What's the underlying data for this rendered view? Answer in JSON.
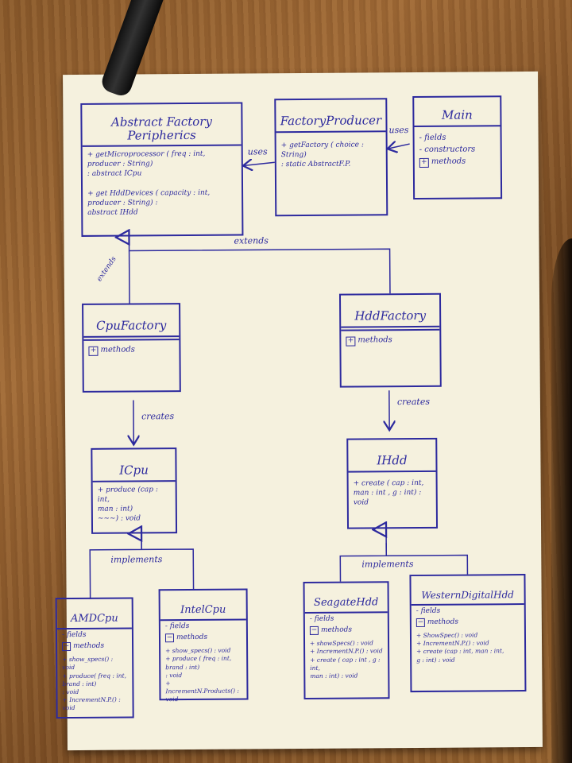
{
  "diagram": {
    "classes": {
      "abstract_factory": {
        "name": "Abstract Factory Peripherics",
        "body": "+ getMicroprocessor ( freq : int,\n                         producer : String)\n                    : abstract ICpu\n\n+ get HddDevices ( capacity : int,\n      producer : String) :\n         abstract IHdd"
      },
      "factory_producer": {
        "name": "FactoryProducer",
        "body": "+ getFactory ( choice : String)\n      : static AbstractF.P."
      },
      "main": {
        "name": "Main",
        "fields": "- fields",
        "constructors": "- constructors",
        "methods": "methods"
      },
      "cpu_factory": {
        "name": "CpuFactory",
        "methods": "methods"
      },
      "hdd_factory": {
        "name": "HddFactory",
        "methods": "methods"
      },
      "icpu": {
        "name": "ICpu",
        "body": "+ produce (cap : int,\n              man : int)\n              ~~~) : void"
      },
      "ihdd": {
        "name": "IHdd",
        "body": "+ create ( cap : int,\n     man : int , g : int) : void"
      },
      "amd_cpu": {
        "name": "AMDCpu",
        "fields": "- fields",
        "methods": "methods",
        "body": "+ show_specs() : void\n+ produce( freq : int,\n            brand : int)\n              : void\n+ IncrementN.P.() : void"
      },
      "intel_cpu": {
        "name": "IntelCpu",
        "fields": "- fields",
        "methods": "methods",
        "body": "+ show_specs() : void\n+ produce ( freq : int,\n              brand : int)\n            : void\n+ IncrementN.Products() :\n                   void"
      },
      "seagate_hdd": {
        "name": "SeagateHdd",
        "fields": "- fields",
        "methods": "methods",
        "body": "+ showSpecs() : void\n+ IncrementN.P.() : void\n+ create ( cap : int , g : int,\n             man : int) : void"
      },
      "western_digital_hdd": {
        "name": "WesternDigitalHdd",
        "fields": "- fields",
        "methods": "methods",
        "body": "+ ShowSpec() : void\n+ IncrementN.P.() : void\n+ create (cap : int, man : int,\n            g : int) : void"
      }
    },
    "relations": {
      "uses_1": "uses",
      "uses_2": "uses",
      "extends": "extends",
      "extends_side": "extends",
      "creates_1": "creates",
      "creates_2": "creates",
      "implements_1": "implements",
      "implements_2": "implements"
    },
    "ink_color": "#2d2a9e",
    "paper_color": "#f5f1de"
  }
}
